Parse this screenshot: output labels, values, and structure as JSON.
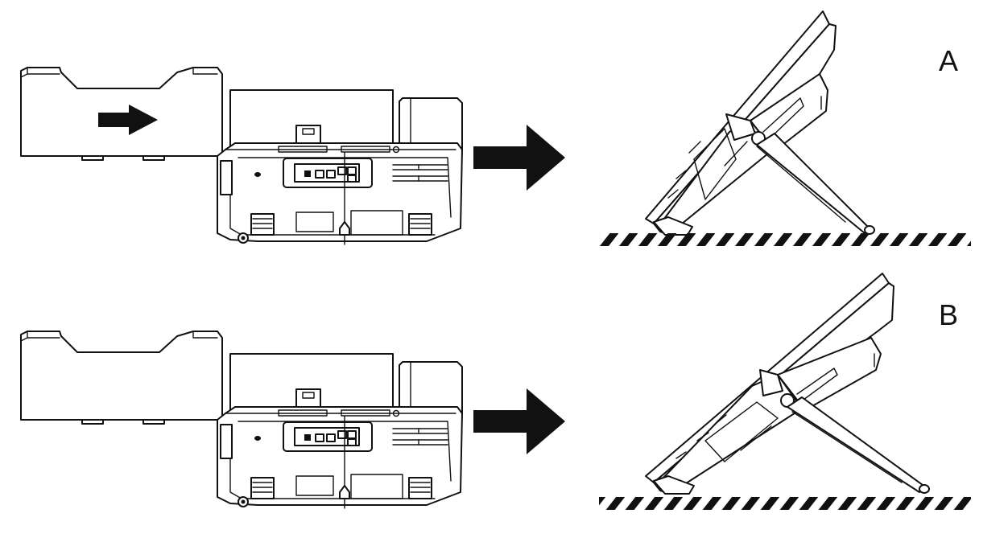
{
  "panels": [
    {
      "label": "A",
      "stand_angle": "steep",
      "arrow_on_stand": true
    },
    {
      "label": "B",
      "stand_angle": "shallow",
      "arrow_on_stand": false
    }
  ],
  "colors": {
    "line": "#111111",
    "background": "#ffffff"
  },
  "icons": [
    "right-arrow-icon",
    "hatched-ground-surface"
  ]
}
